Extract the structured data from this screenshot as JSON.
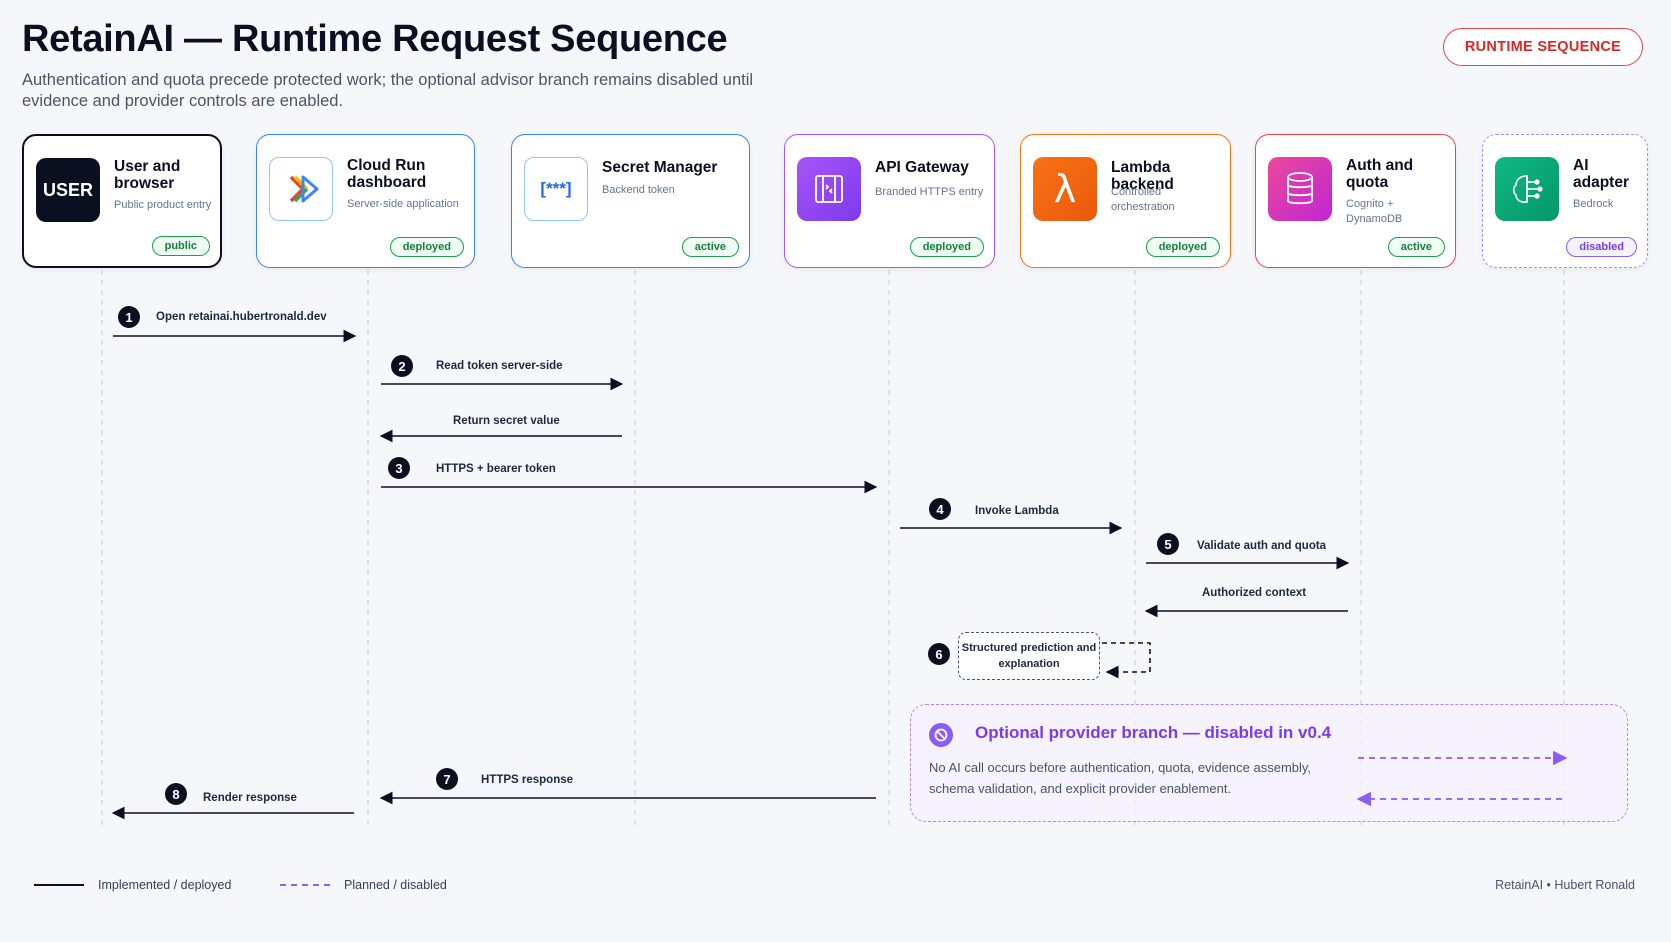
{
  "header": {
    "title": "RetainAI — Runtime Request Sequence",
    "subtitle": "Authentication and quota precede protected work; the optional advisor branch remains disabled until evidence and provider controls are enabled.",
    "badge": "RUNTIME SEQUENCE"
  },
  "participants": [
    {
      "name": "User and browser",
      "desc": "Public product entry",
      "status": "public",
      "icon": "user-icon",
      "icon_text": "USER",
      "color": "#0b1020"
    },
    {
      "name": "Cloud Run dashboard",
      "desc": "Server-side application",
      "status": "deployed",
      "icon": "cloud-run-icon",
      "color": "#3b82f6"
    },
    {
      "name": "Secret Manager",
      "desc": "Backend token",
      "status": "active",
      "icon": "secret-manager-icon",
      "icon_text": "[***]",
      "color": "#3b82f6"
    },
    {
      "name": "API Gateway",
      "desc": "Branded HTTPS entry",
      "status": "deployed",
      "icon": "api-gateway-icon",
      "color": "#a855f7"
    },
    {
      "name": "Lambda backend",
      "desc": "Controlled orchestration",
      "status": "deployed",
      "icon": "lambda-icon",
      "icon_text": "λ",
      "color": "#f97316"
    },
    {
      "name": "Auth and quota",
      "desc": "Cognito + DynamoDB",
      "status": "active",
      "icon": "database-icon",
      "color": "#ef4444"
    },
    {
      "name": "AI adapter",
      "desc": "Bedrock",
      "status": "disabled",
      "icon": "brain-icon",
      "color": "#a78bfa"
    }
  ],
  "messages": [
    {
      "step": "1",
      "label": "Open retainai.hubertronald.dev"
    },
    {
      "step": "2",
      "label": "Read token server-side"
    },
    {
      "step": "",
      "label": "Return secret value"
    },
    {
      "step": "3",
      "label": "HTTPS + bearer token"
    },
    {
      "step": "4",
      "label": "Invoke Lambda"
    },
    {
      "step": "5",
      "label": "Validate auth and quota"
    },
    {
      "step": "",
      "label": "Authorized context"
    },
    {
      "step": "6",
      "label": "Structured prediction and explanation"
    },
    {
      "step": "7",
      "label": "HTTPS response"
    },
    {
      "step": "8",
      "label": "Render response"
    }
  ],
  "optional_branch": {
    "title": "Optional provider branch — disabled in v0.4",
    "text": "No AI call occurs before authentication, quota, evidence assembly, schema validation, and explicit provider enablement."
  },
  "legend": {
    "implemented": "Implemented / deployed",
    "planned": "Planned / disabled"
  },
  "footer": "RetainAI • Hubert Ronald"
}
